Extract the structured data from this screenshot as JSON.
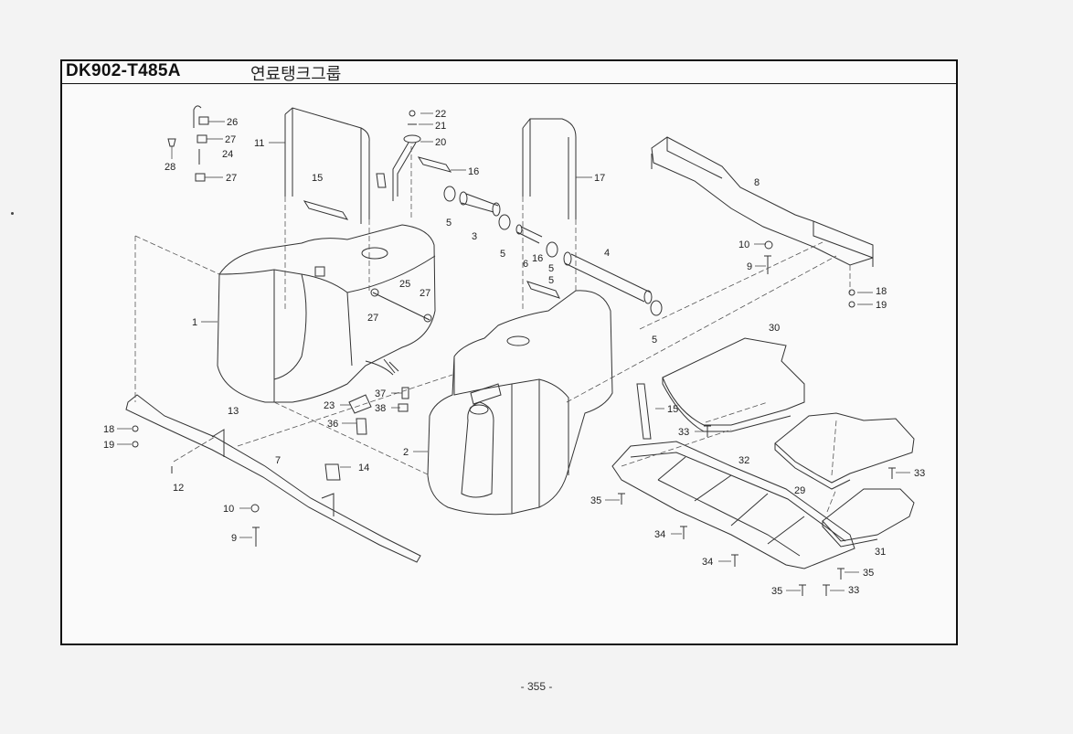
{
  "header": {
    "model_code": "DK902-T485A",
    "group_name": "연료탱크그룹"
  },
  "footer": {
    "page_number": "- 355 -"
  },
  "callouts": [
    {
      "id": "c26",
      "text": "26"
    },
    {
      "id": "c27a",
      "text": "27"
    },
    {
      "id": "c24",
      "text": "24"
    },
    {
      "id": "c28",
      "text": "28"
    },
    {
      "id": "c27b",
      "text": "27"
    },
    {
      "id": "c11",
      "text": "11"
    },
    {
      "id": "c15a",
      "text": "15"
    },
    {
      "id": "c22",
      "text": "22"
    },
    {
      "id": "c21",
      "text": "21"
    },
    {
      "id": "c20",
      "text": "20"
    },
    {
      "id": "c16a",
      "text": "16"
    },
    {
      "id": "c17",
      "text": "17"
    },
    {
      "id": "c5a",
      "text": "5"
    },
    {
      "id": "c3",
      "text": "3"
    },
    {
      "id": "c5b",
      "text": "5"
    },
    {
      "id": "c6",
      "text": "6"
    },
    {
      "id": "c16b",
      "text": "16"
    },
    {
      "id": "c5c",
      "text": "5"
    },
    {
      "id": "c5d",
      "text": "5"
    },
    {
      "id": "c4",
      "text": "4"
    },
    {
      "id": "c5e",
      "text": "5"
    },
    {
      "id": "c8",
      "text": "8"
    },
    {
      "id": "c10a",
      "text": "10"
    },
    {
      "id": "c9a",
      "text": "9"
    },
    {
      "id": "c18a",
      "text": "18"
    },
    {
      "id": "c19a",
      "text": "19"
    },
    {
      "id": "c25",
      "text": "25"
    },
    {
      "id": "c27c",
      "text": "27"
    },
    {
      "id": "c27d",
      "text": "27"
    },
    {
      "id": "c1",
      "text": "1"
    },
    {
      "id": "c13",
      "text": "13"
    },
    {
      "id": "c23",
      "text": "23"
    },
    {
      "id": "c37",
      "text": "37"
    },
    {
      "id": "c38",
      "text": "38"
    },
    {
      "id": "c36",
      "text": "36"
    },
    {
      "id": "c18b",
      "text": "18"
    },
    {
      "id": "c19b",
      "text": "19"
    },
    {
      "id": "c7",
      "text": "7"
    },
    {
      "id": "c14",
      "text": "14"
    },
    {
      "id": "c12",
      "text": "12"
    },
    {
      "id": "c10b",
      "text": "10"
    },
    {
      "id": "c9b",
      "text": "9"
    },
    {
      "id": "c2",
      "text": "2"
    },
    {
      "id": "c15b",
      "text": "15"
    },
    {
      "id": "c30",
      "text": "30"
    },
    {
      "id": "c33a",
      "text": "33"
    },
    {
      "id": "c32",
      "text": "32"
    },
    {
      "id": "c29",
      "text": "29"
    },
    {
      "id": "c33b",
      "text": "33"
    },
    {
      "id": "c35a",
      "text": "35"
    },
    {
      "id": "c34a",
      "text": "34"
    },
    {
      "id": "c34b",
      "text": "34"
    },
    {
      "id": "c31",
      "text": "31"
    },
    {
      "id": "c35b",
      "text": "35"
    },
    {
      "id": "c35c",
      "text": "35"
    },
    {
      "id": "c33c",
      "text": "33"
    }
  ]
}
